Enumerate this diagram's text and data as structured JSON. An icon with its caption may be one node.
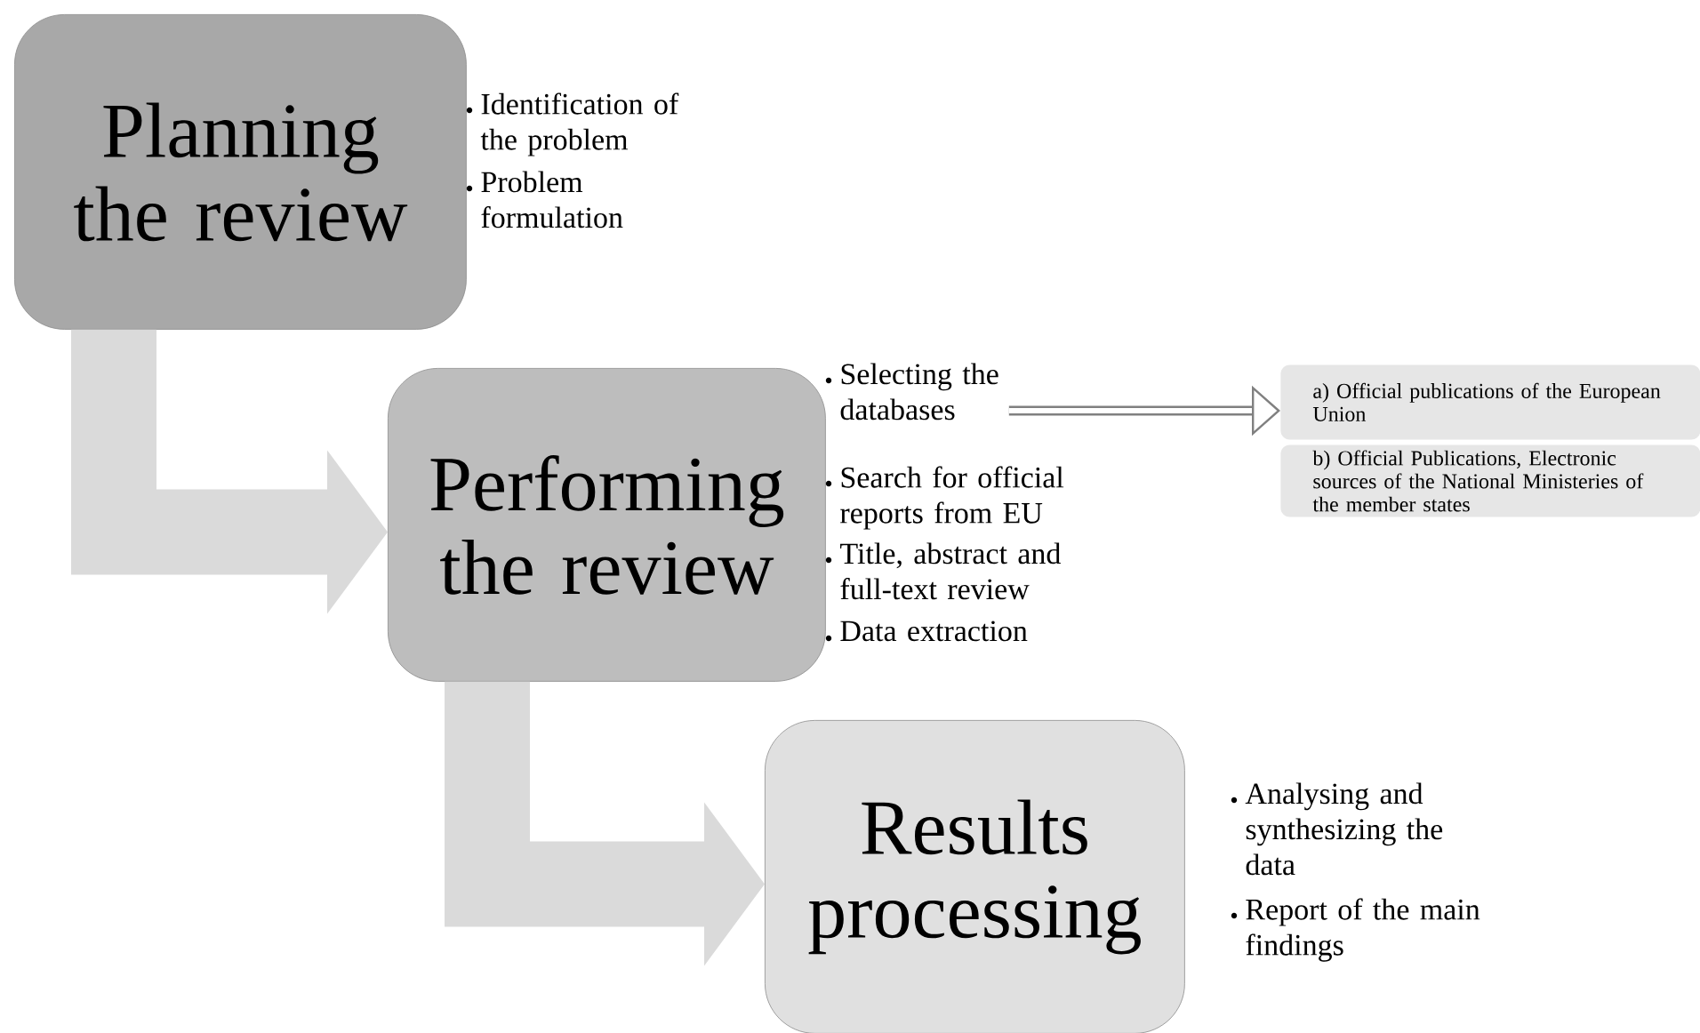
{
  "diagram": {
    "nodes": [
      {
        "text": [
          "Planning the review"
        ],
        "beside": [
          "Identification of the problem",
          "Problem formulation"
        ]
      },
      {
        "text": [
          "Performing the review"
        ],
        "beside": [
          "Search for official reports from EU",
          "Title, abstract and full-text review",
          "Data extraction"
        ]
      },
      {
        "text": [
          "Selecting the databases"
        ]
      },
      {
        "text": [
          "a) Official publications of the European Union"
        ]
      },
      {
        "text": [
          "b) Official Publications, Electronic sources of the National Ministeries of the member states"
        ]
      },
      {
        "text": [
          "Results processing"
        ],
        "beside": [
          "Analysing and synthesizing the data",
          "Report of the main findings"
        ]
      }
    ],
    "edges": [
      {
        "from": 0,
        "to": 1,
        "arrow": "to"
      },
      {
        "from": 1,
        "to": 5,
        "arrow": "to"
      },
      {
        "from": 2,
        "to": 3,
        "arrow": "to"
      }
    ]
  }
}
